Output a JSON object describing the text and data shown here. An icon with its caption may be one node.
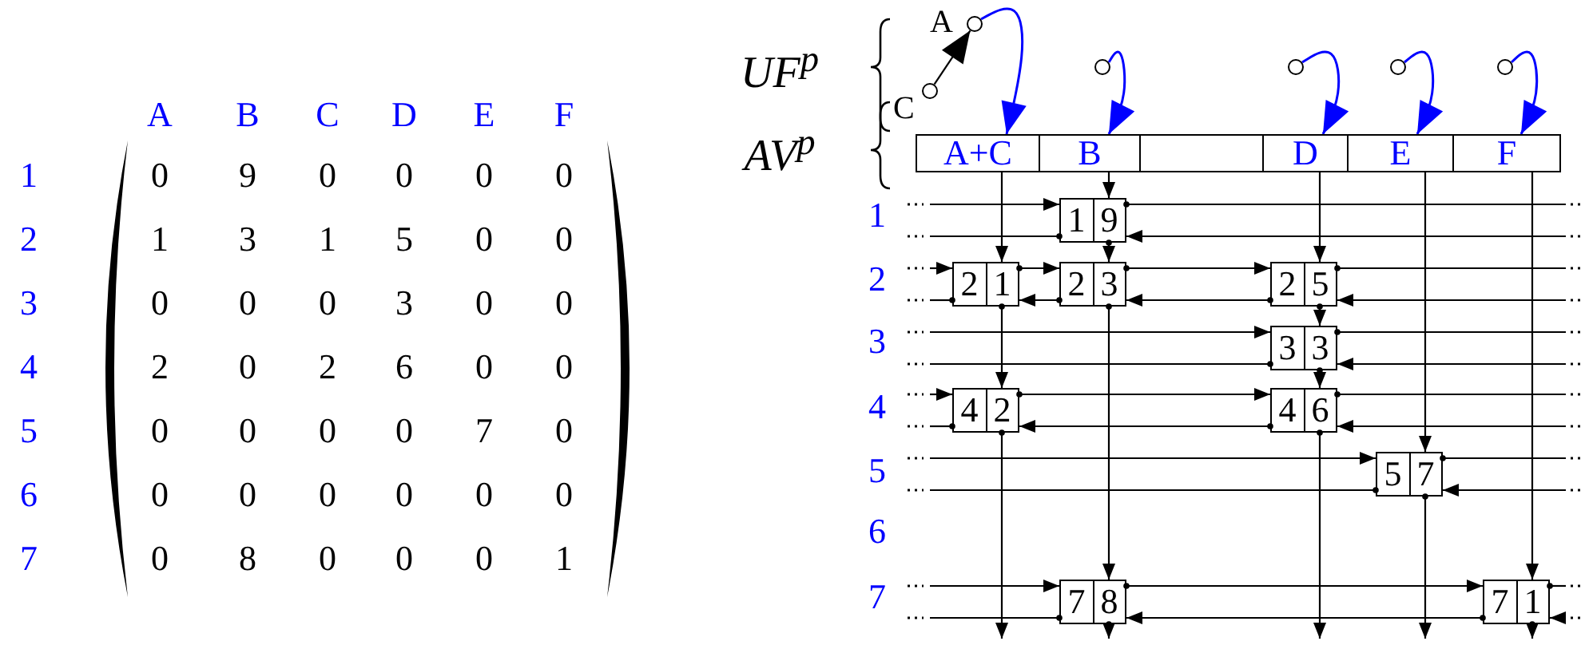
{
  "diagram": {
    "nodes": [
      {
        "text": [],
        "shape": "circle",
        "beside": [
          "A"
        ]
      },
      {
        "text": [],
        "shape": "circle",
        "beside": [
          "C"
        ]
      },
      {
        "text": [],
        "shape": "circle"
      },
      {
        "text": [],
        "shape": "circle"
      },
      {
        "text": [],
        "shape": "circle"
      },
      {
        "text": [],
        "shape": "circle"
      },
      {
        "text": [
          "A+C"
        ]
      },
      {
        "text": [
          "B"
        ]
      },
      {
        "text": [],
        "shape": "box"
      },
      {
        "text": [
          "D"
        ]
      },
      {
        "text": [
          "E"
        ]
      },
      {
        "text": [
          "F"
        ]
      },
      {
        "text": [
          "1",
          "9"
        ]
      },
      {
        "text": [
          "2",
          "1"
        ]
      },
      {
        "text": [
          "2",
          "3"
        ]
      },
      {
        "text": [
          "2",
          "5"
        ]
      },
      {
        "text": [
          "3",
          "3"
        ]
      },
      {
        "text": [
          "4",
          "2"
        ]
      },
      {
        "text": [
          "4",
          "6"
        ]
      },
      {
        "text": [
          "5",
          "7"
        ]
      },
      {
        "text": [
          "7",
          "8"
        ]
      },
      {
        "text": [
          "7",
          "1"
        ]
      }
    ],
    "edges": [
      {
        "from": 1,
        "to": 0,
        "arrow": "to"
      },
      {
        "from": 0,
        "to": 6,
        "arrow": "to",
        "color": "#0000ff"
      },
      {
        "from": 2,
        "to": 7,
        "arrow": "to",
        "color": "#0000ff"
      },
      {
        "from": 3,
        "to": 9,
        "arrow": "to",
        "color": "#0000ff"
      },
      {
        "from": 4,
        "to": 10,
        "arrow": "to",
        "color": "#0000ff"
      },
      {
        "from": 5,
        "to": 11,
        "arrow": "to",
        "color": "#0000ff"
      },
      {
        "from": 6,
        "to": 13,
        "arrow": "to"
      },
      {
        "from": 13,
        "to": 17,
        "arrow": "to"
      },
      {
        "from": 7,
        "to": 12,
        "arrow": "to"
      },
      {
        "from": 12,
        "to": 14,
        "arrow": "to"
      },
      {
        "from": 14,
        "to": 20,
        "arrow": "to"
      },
      {
        "from": 9,
        "to": 15,
        "arrow": "to"
      },
      {
        "from": 15,
        "to": 16,
        "arrow": "to"
      },
      {
        "from": 16,
        "to": 18,
        "arrow": "to"
      },
      {
        "from": 10,
        "to": 19,
        "arrow": "to"
      },
      {
        "from": 11,
        "to": 21,
        "arrow": "to"
      },
      {
        "from": null,
        "to": 12,
        "arrow": "to"
      },
      {
        "from": 12,
        "to": null,
        "arrow": "other"
      },
      {
        "from": null,
        "to": 12,
        "arrow": "to"
      },
      {
        "from": 12,
        "to": null,
        "arrow": "other"
      },
      {
        "from": null,
        "to": 13,
        "arrow": "to"
      },
      {
        "from": 13,
        "to": 14,
        "arrow": "to"
      },
      {
        "from": 14,
        "to": 15,
        "arrow": "to"
      },
      {
        "from": 15,
        "to": null,
        "arrow": "other"
      },
      {
        "from": null,
        "to": 15,
        "arrow": "to"
      },
      {
        "from": 15,
        "to": 14,
        "arrow": "to"
      },
      {
        "from": 14,
        "to": 13,
        "arrow": "to"
      },
      {
        "from": 13,
        "to": null,
        "arrow": "other"
      },
      {
        "from": null,
        "to": 16,
        "arrow": "to"
      },
      {
        "from": 16,
        "to": null,
        "arrow": "other"
      },
      {
        "from": null,
        "to": 16,
        "arrow": "to"
      },
      {
        "from": 16,
        "to": null,
        "arrow": "other"
      },
      {
        "from": null,
        "to": 17,
        "arrow": "to"
      },
      {
        "from": 17,
        "to": 18,
        "arrow": "to"
      },
      {
        "from": 18,
        "to": null,
        "arrow": "other"
      },
      {
        "from": null,
        "to": 18,
        "arrow": "to"
      },
      {
        "from": 18,
        "to": 17,
        "arrow": "to"
      },
      {
        "from": 17,
        "to": null,
        "arrow": "other"
      },
      {
        "from": 17,
        "to": null,
        "arrow": "to"
      },
      {
        "from": 18,
        "to": null,
        "arrow": "to"
      },
      {
        "from": null,
        "to": 19,
        "arrow": "to"
      },
      {
        "from": 19,
        "to": null,
        "arrow": "other"
      },
      {
        "from": null,
        "to": 19,
        "arrow": "to"
      },
      {
        "from": 19,
        "to": null,
        "arrow": "other"
      },
      {
        "from": 19,
        "to": null,
        "arrow": "to"
      },
      {
        "from": null,
        "to": 20,
        "arrow": "to"
      },
      {
        "from": 20,
        "to": 21,
        "arrow": "to"
      },
      {
        "from": 21,
        "to": null,
        "arrow": "other"
      },
      {
        "from": null,
        "to": 21,
        "arrow": "to"
      },
      {
        "from": 21,
        "to": 20,
        "arrow": "to"
      },
      {
        "from": 20,
        "to": null,
        "arrow": "other"
      },
      {
        "from": 20,
        "to": null,
        "arrow": "to"
      },
      {
        "from": 21,
        "to": null,
        "arrow": "to"
      }
    ],
    "labels": [
      "A",
      "B",
      "C",
      "D",
      "E",
      "F",
      "1",
      "0",
      "9",
      "0",
      "0",
      "0",
      "0",
      "2",
      "1",
      "3",
      "1",
      "5",
      "0",
      "0",
      "3",
      "0",
      "0",
      "0",
      "3",
      "0",
      "0",
      "4",
      "2",
      "0",
      "2",
      "6",
      "0",
      "0",
      "5",
      "0",
      "0",
      "0",
      "0",
      "7",
      "0",
      "6",
      "0",
      "0",
      "0",
      "0",
      "0",
      "0",
      "7",
      "0",
      "8",
      "0",
      "0",
      "0",
      "1",
      "UF$^{p}$",
      "AV$^{p}$",
      "1",
      "2",
      "3",
      "4",
      "5",
      "6",
      "7"
    ]
  }
}
